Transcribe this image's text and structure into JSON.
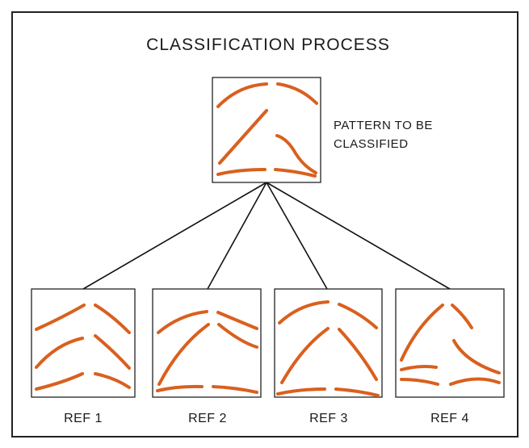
{
  "title": "CLASSIFICATION PROCESS",
  "target": {
    "label_line1": "PATTERN TO BE",
    "label_line2": "CLASSIFIED"
  },
  "references": [
    {
      "label": "REF 1"
    },
    {
      "label": "REF 2"
    },
    {
      "label": "REF 3"
    },
    {
      "label": "REF 4"
    }
  ],
  "colors": {
    "pattern_stroke": "#D9601E",
    "line": "#1a1a1a",
    "background": "#ffffff"
  }
}
